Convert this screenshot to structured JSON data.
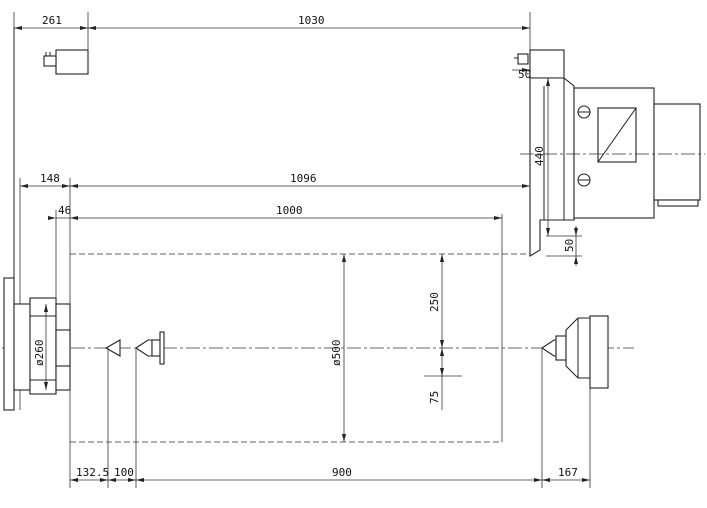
{
  "dimensions": {
    "d261": "261",
    "d1030": "1030",
    "d50_top": "50",
    "d440": "440",
    "d148": "148",
    "d1096": "1096",
    "d46": "46",
    "d1000": "1000",
    "d50_right": "50",
    "d250": "250",
    "d260": "ø260",
    "d500": "ø500",
    "d75": "75",
    "d132": "132.5",
    "d100": "100",
    "d900": "900",
    "d167": "167"
  }
}
